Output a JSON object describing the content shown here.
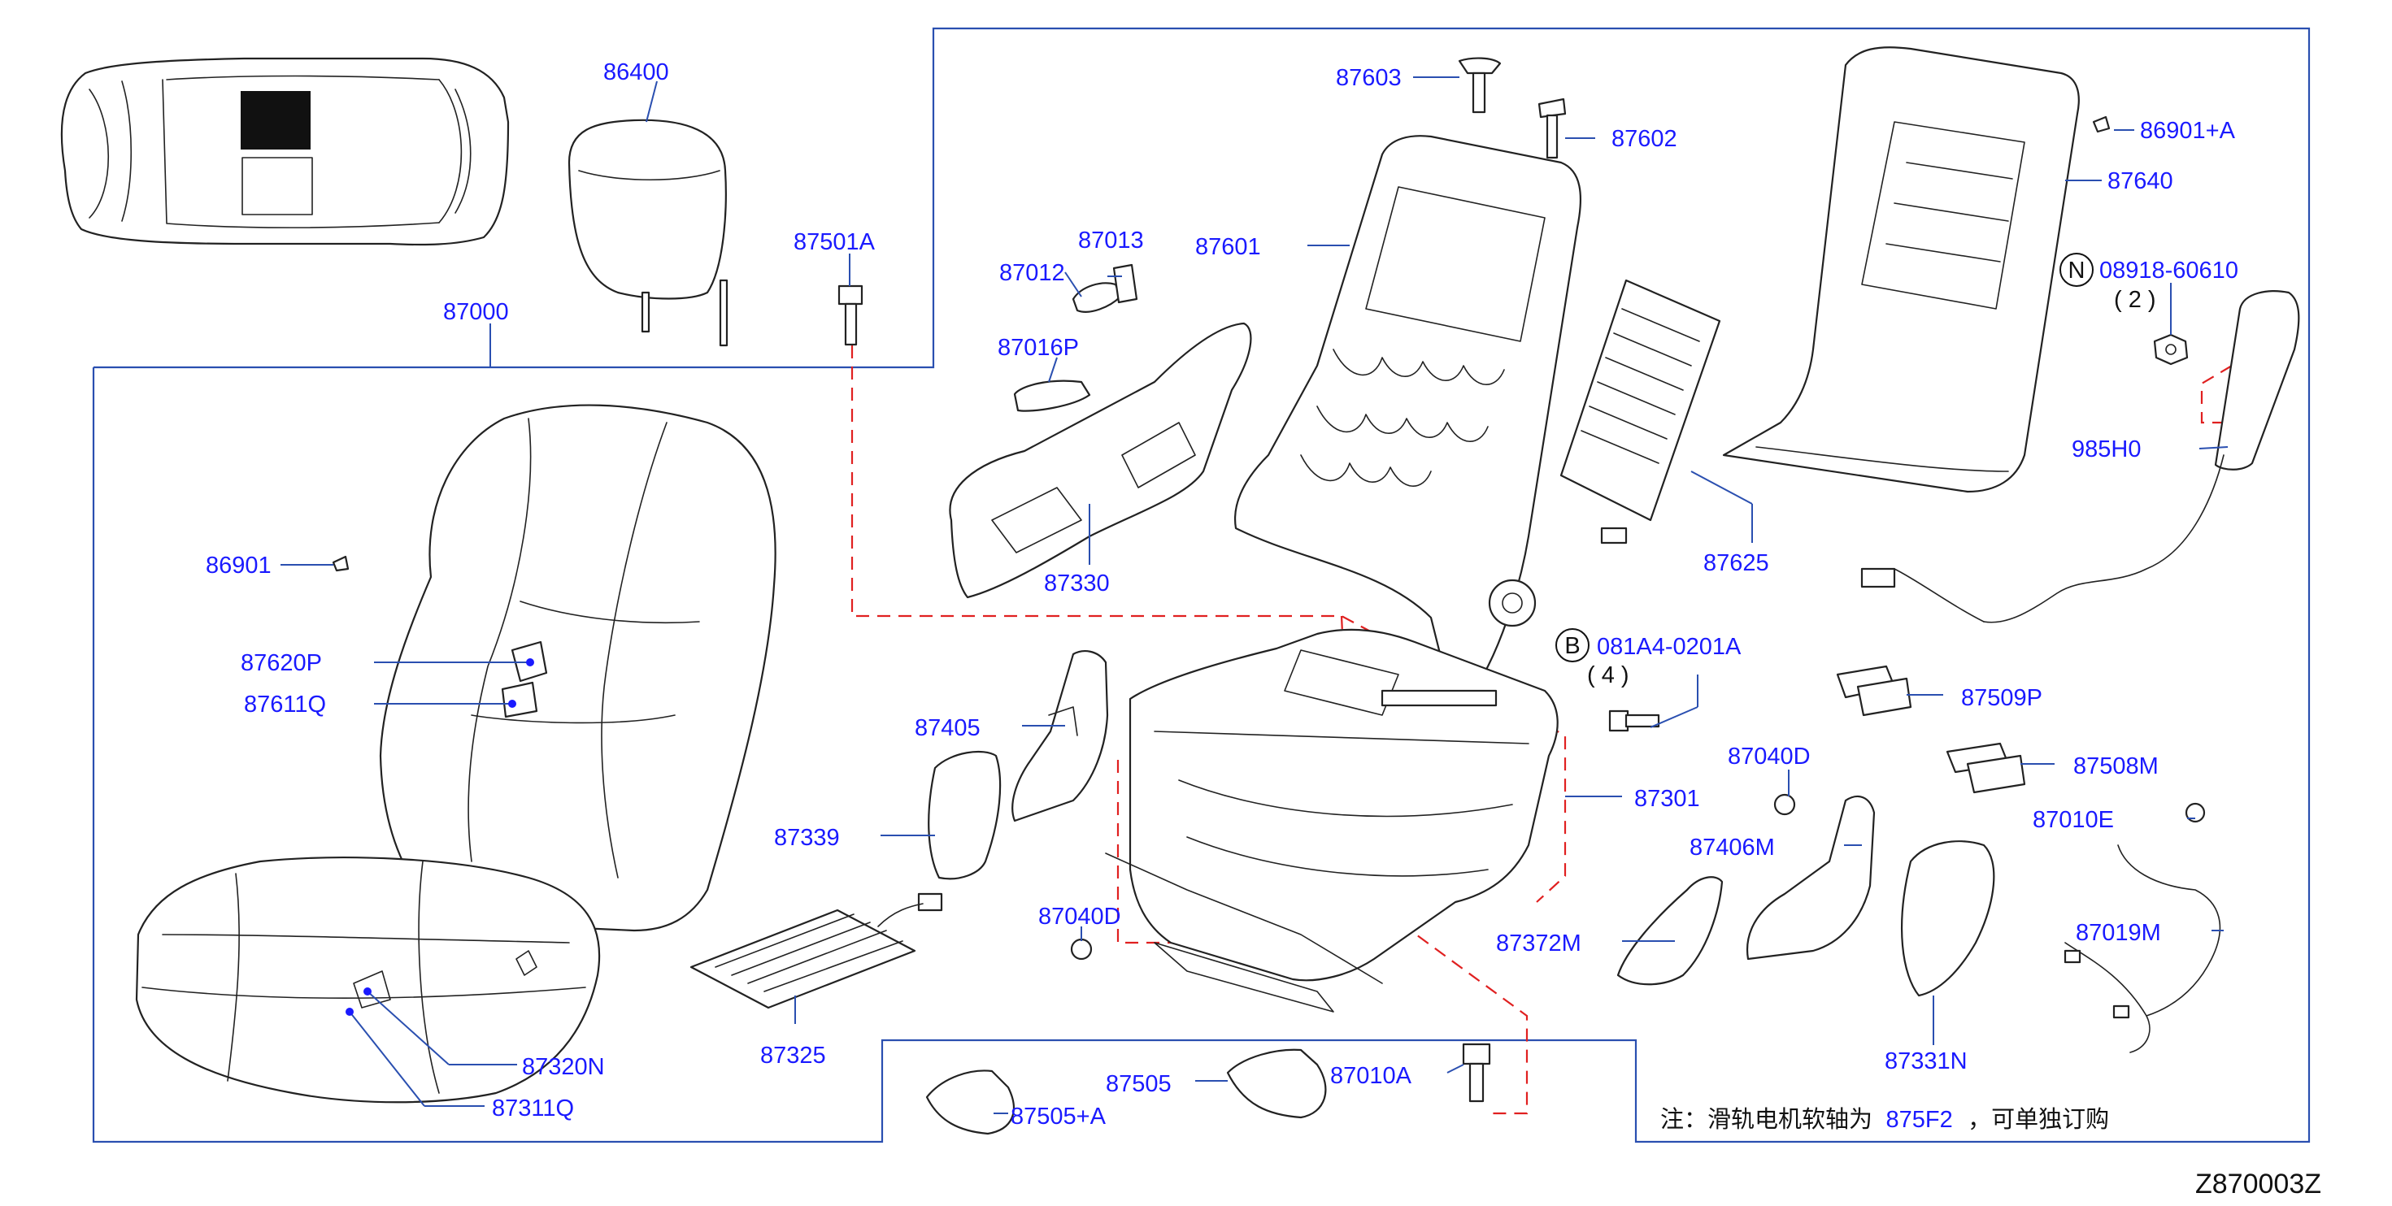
{
  "diagram_code": "Z870003Z",
  "note": {
    "prefix": "注：滑轨电机软轴为",
    "part_ref": "875F2",
    "suffix": "，可单独订购"
  },
  "circled_symbols": {
    "n": "N",
    "b": "B"
  },
  "labels": {
    "p86400": "86400",
    "p87000": "87000",
    "p87501A": "87501A",
    "p87603": "87603",
    "p87602": "87602",
    "p86901A": "86901+A",
    "p87640": "87640",
    "p08918": "08918-60610",
    "q08918": "( 2 )",
    "p985H0": "985H0",
    "p87601": "87601",
    "p87013": "87013",
    "p87012": "87012",
    "p87016P": "87016P",
    "p87330": "87330",
    "p87625": "87625",
    "p86901": "86901",
    "p87620P": "87620P",
    "p87611Q": "87611Q",
    "p081A4": "081A4-0201A",
    "q081A4": "( 4 )",
    "p87509P": "87509P",
    "p87405": "87405",
    "p87040D_r": "87040D",
    "p87508M": "87508M",
    "p87301": "87301",
    "p87339": "87339",
    "p87010E": "87010E",
    "p87406M": "87406M",
    "p87040D_l": "87040D",
    "p87019M": "87019M",
    "p87372M": "87372M",
    "p87325": "87325",
    "p87331N": "87331N",
    "p87320N": "87320N",
    "p87311Q": "87311Q",
    "p87505": "87505",
    "p87010A": "87010A",
    "p87505A": "87505+A"
  }
}
